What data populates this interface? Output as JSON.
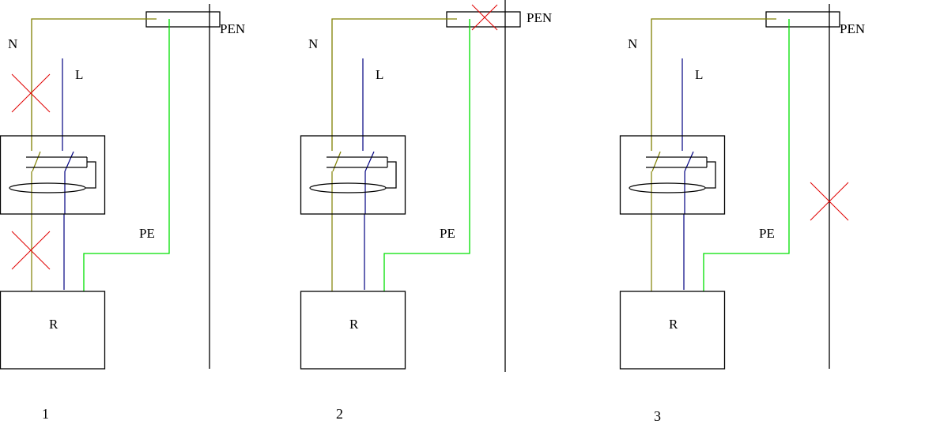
{
  "colors": {
    "neutral": "#808000",
    "line": "#000080",
    "protective_earth": "#00e000",
    "pen_bus": "#000000",
    "fault_mark": "#e00000",
    "outline": "#000000",
    "background": "#ffffff"
  },
  "labels": {
    "neutral": "N",
    "line": "L",
    "pen": "PEN",
    "protective_earth": "PE",
    "load": "R"
  },
  "diagrams": [
    {
      "number": "1",
      "faults": [
        "neutral-before-rcd",
        "neutral-after-rcd"
      ]
    },
    {
      "number": "2",
      "faults": [
        "pen-terminal"
      ]
    },
    {
      "number": "3",
      "faults": [
        "pen-conductor"
      ]
    }
  ]
}
